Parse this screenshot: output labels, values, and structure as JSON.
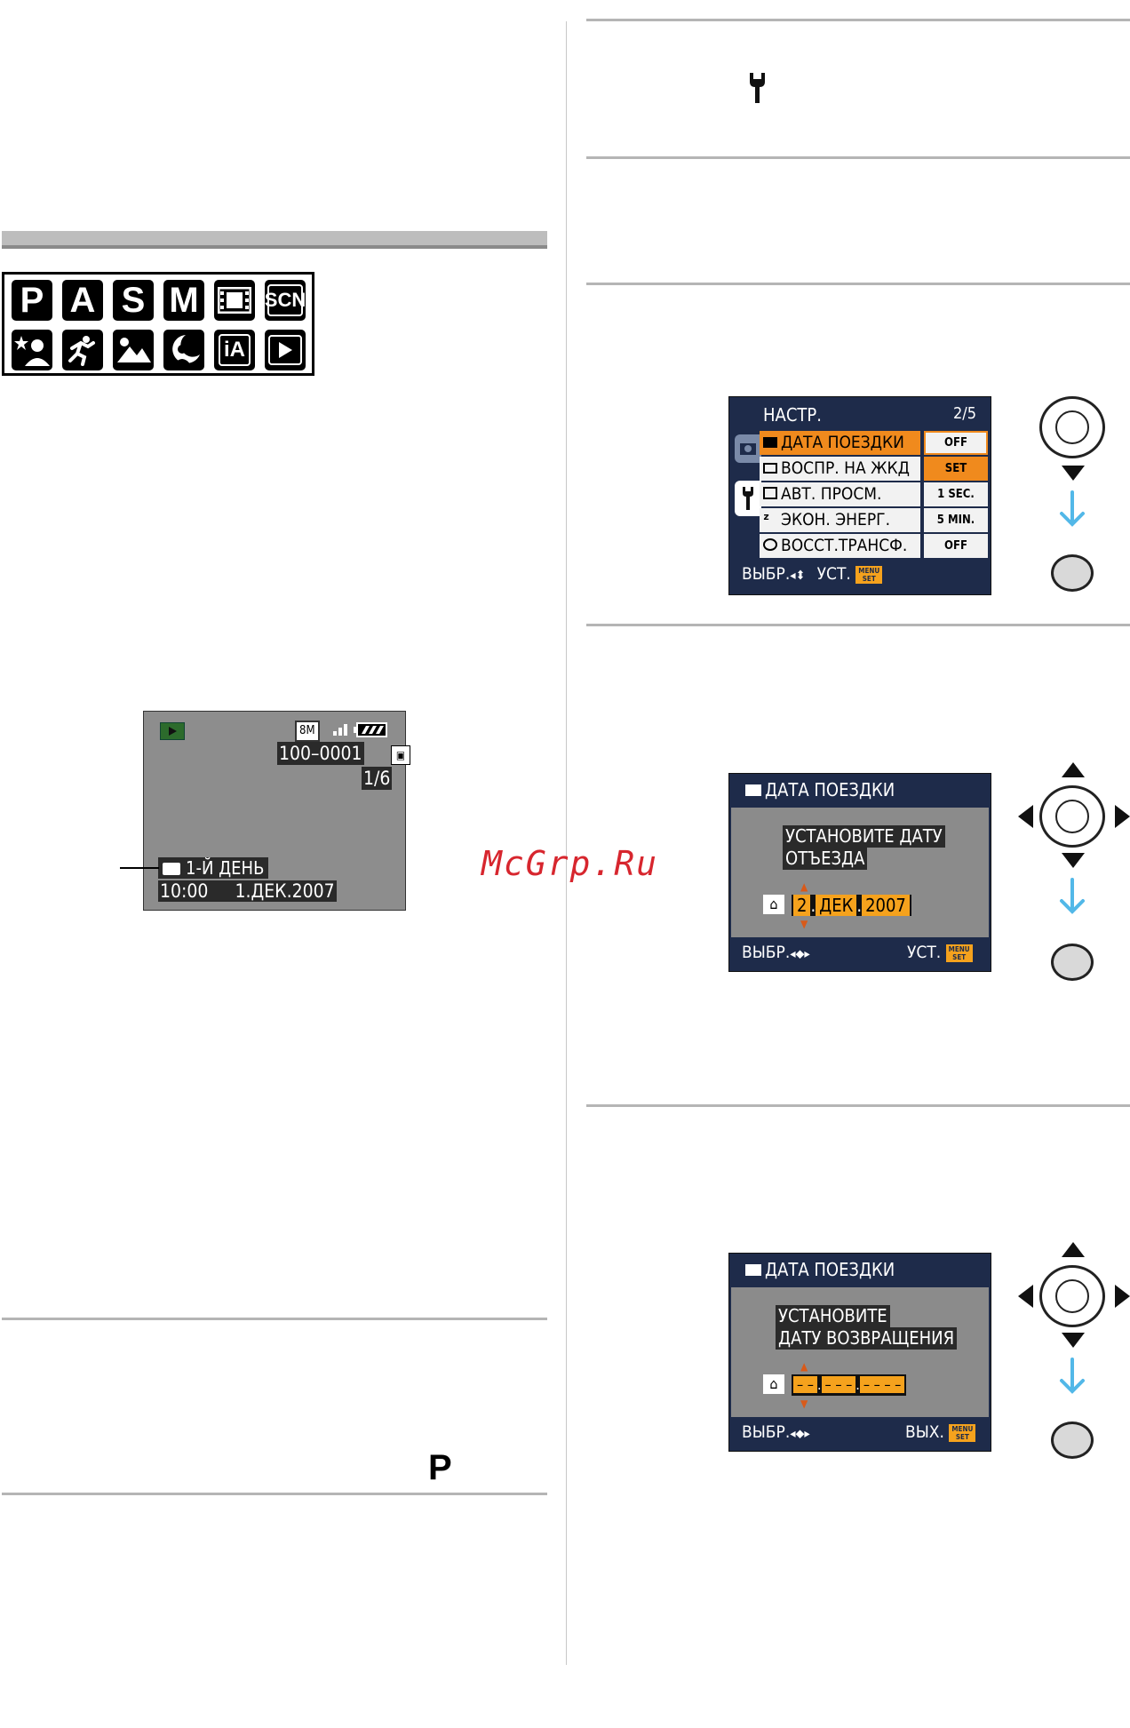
{
  "left": {
    "mode_icons_row1": [
      "P",
      "A",
      "S",
      "M",
      "film",
      "SCN"
    ],
    "mode_icons_row2": [
      "portrait-star",
      "sports",
      "landscape",
      "night-portrait",
      "iA",
      "play"
    ],
    "playback_screen": {
      "size": "8M",
      "folder_file": "100–0001",
      "count": "1/6",
      "trip_day": "1-Й ДЕНЬ",
      "time": "10:00",
      "date": "1.ДЕК.2007"
    },
    "bottom_mode_letter": "P"
  },
  "right": {
    "setup_menu": {
      "title": "НАСТР.",
      "page": "2/5",
      "items": [
        {
          "label": "ДАТА ПОЕЗДКИ",
          "value": "OFF"
        },
        {
          "label": "ВОСПР. НА ЖКД",
          "value": "SET"
        },
        {
          "label": "АВТ. ПРОСМ.",
          "value": "1 SEC."
        },
        {
          "label": "ЭКОН. ЭНЕРГ.",
          "value": "5 MIN."
        },
        {
          "label": "ВОССТ.ТРАНСФ.",
          "value": "OFF"
        }
      ],
      "footer_select": "ВЫБР.",
      "footer_set": "УСТ.",
      "badge_top": "MENU",
      "badge_bottom": "SET"
    },
    "departure_screen": {
      "title": "ДАТА ПОЕЗДКИ",
      "prompt_line1": "УСТАНОВИТЕ ДАТУ",
      "prompt_line2": "ОТЪЕЗДА",
      "day": "2",
      "month": "ДЕК",
      "year": "2007",
      "footer_select": "ВЫБР.",
      "footer_set": "УСТ.",
      "badge_top": "MENU",
      "badge_bottom": "SET"
    },
    "return_screen": {
      "title": "ДАТА ПОЕЗДКИ",
      "prompt_line1": "УСТАНОВИТЕ",
      "prompt_line2": "ДАТУ ВОЗВРАЩЕНИЯ",
      "day": "– –",
      "month": "– – –",
      "year": "– – – –",
      "footer_select": "ВЫБР.",
      "footer_exit": "ВЫХ.",
      "badge_top": "MENU",
      "badge_bottom": "SET"
    }
  },
  "watermark": "McGrp.Ru",
  "colors": {
    "accent": "#f08a1d",
    "navy": "#1e2b4a",
    "watermark": "#d7262e",
    "arrow": "#52b8e8"
  }
}
